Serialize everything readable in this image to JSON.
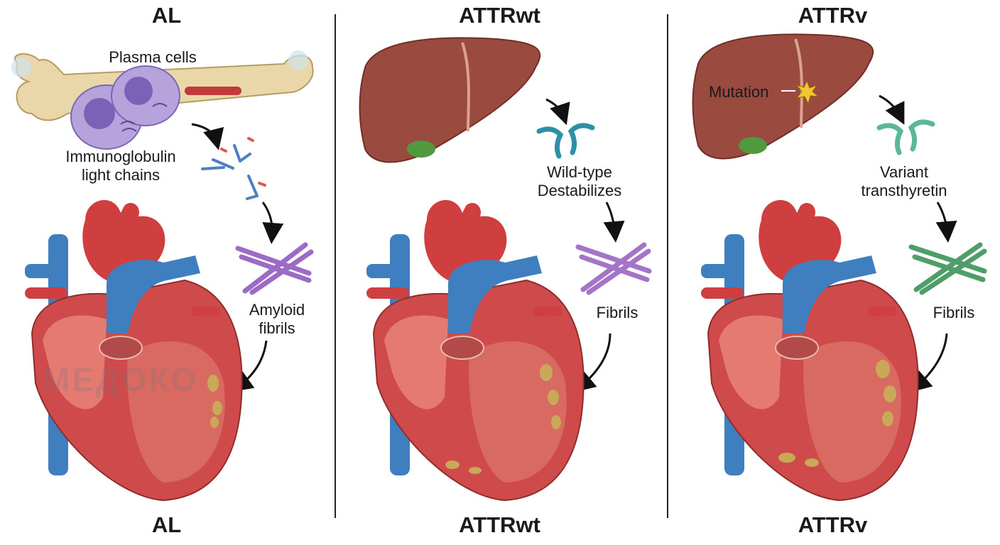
{
  "panels": [
    {
      "id": "al",
      "title": "AL",
      "labels": {
        "source": "Plasma cells",
        "protein_line1": "Immunoglobulin",
        "protein_line2": "light chains",
        "fibril_line1": "Amyloid",
        "fibril_line2": "fibrils"
      },
      "fibril_color": "#9b6bc6"
    },
    {
      "id": "attrwt",
      "title": "ATTRwt",
      "labels": {
        "protein_line1": "Wild-type",
        "protein_line2": "Destabilizes",
        "fibril_line1": "Fibrils"
      },
      "fibril_color": "#a374c8",
      "protein_color": "#2e8fa6"
    },
    {
      "id": "attrv",
      "title": "ATTRv",
      "labels": {
        "mutation": "Mutation",
        "protein_line1": "Variant",
        "protein_line2": "transthyretin",
        "fibril_line1": "Fibrils"
      },
      "fibril_color": "#4f9e6a",
      "protein_color": "#5cb894"
    }
  ],
  "watermark": "МЕДОКО",
  "colors": {
    "heart_red": "#cf3f3f",
    "vessel_blue": "#3f7fbf",
    "liver": "#9a4a3e",
    "gallbladder": "#4f9a3c",
    "deposits": "#c9a858"
  }
}
